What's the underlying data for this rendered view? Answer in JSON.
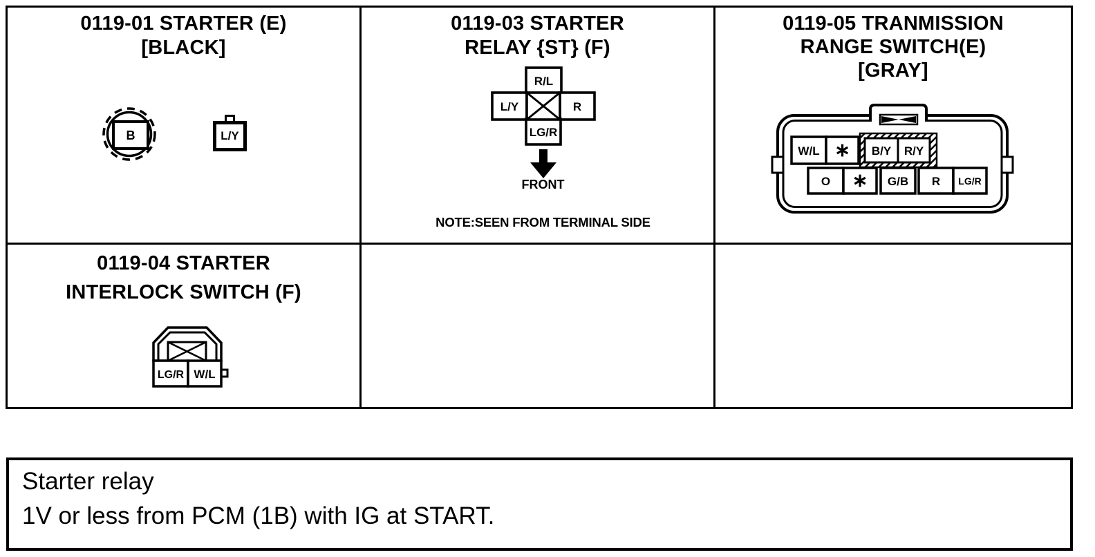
{
  "colors": {
    "ink": "#000000",
    "paper": "#ffffff"
  },
  "connector_panels": {
    "starter": {
      "title1": "0119-01 STARTER (E)",
      "title2": "[BLACK]",
      "terminal_b": "B",
      "terminal_ly": "L/Y"
    },
    "starter_relay": {
      "title1": "0119-03 STARTER",
      "title2": "RELAY {ST} (F)",
      "top": "R/L",
      "left": "L/Y",
      "right": "R",
      "bottom": "LG/R",
      "front": "FRONT",
      "note": "NOTE:SEEN FROM TERMINAL SIDE"
    },
    "trans_range": {
      "title1": "0119-05 TRANMISSION",
      "title2": "RANGE SWITCH(E)",
      "title3": "[GRAY]",
      "row1": [
        "W/L",
        "∗",
        "B/Y",
        "R/Y"
      ],
      "row2": [
        "O",
        "∗",
        "G/B",
        "R",
        "LG/R"
      ]
    },
    "interlock": {
      "title1": "0119-04 STARTER",
      "title2": "INTERLOCK SWITCH (F)",
      "t1": "LG/R",
      "t2": "W/L"
    }
  },
  "note_box": {
    "line1": "Starter relay",
    "line2": "1V or less from PCM (1B) with IG at START."
  }
}
